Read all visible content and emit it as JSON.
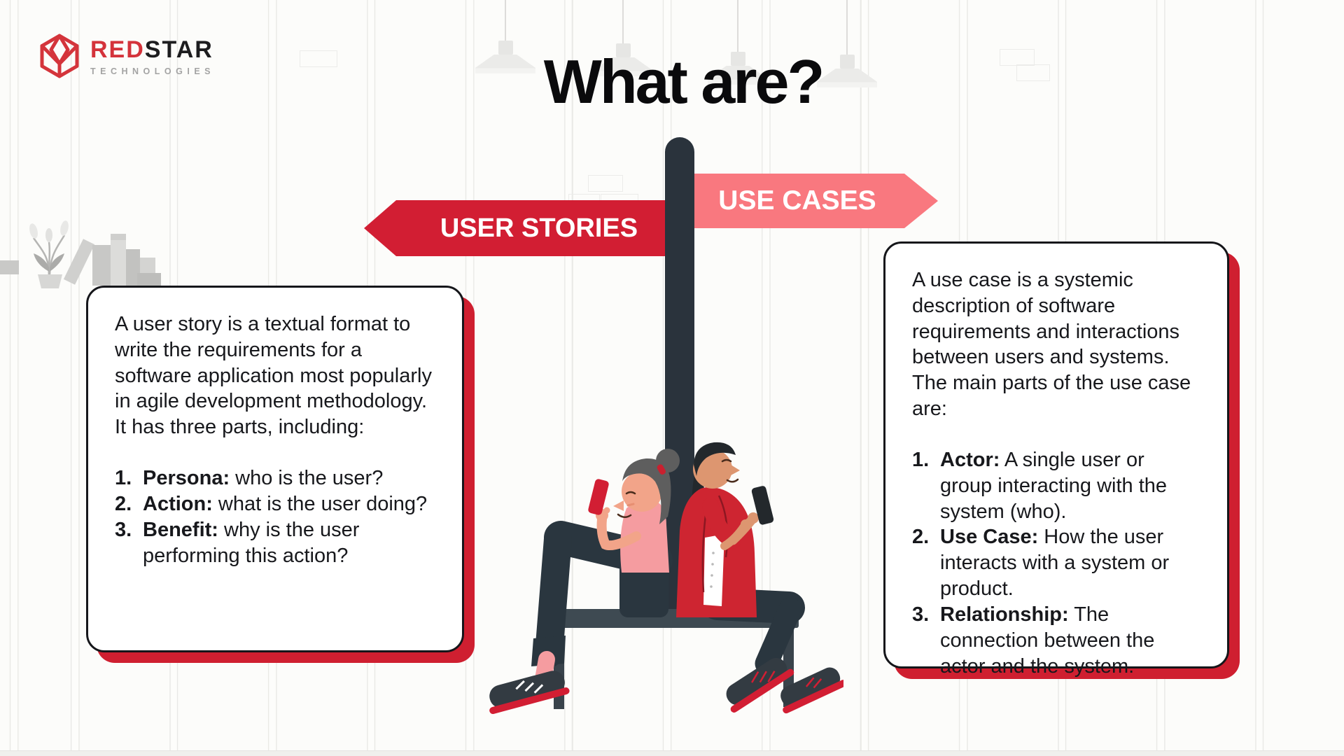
{
  "brand": {
    "word_red": "RED",
    "word_black": "STAR",
    "subtitle": "TECHNOLOGIES"
  },
  "title": "What are?",
  "signpost": {
    "left_label": "USER STORIES",
    "right_label": "USE CASES"
  },
  "left_card": {
    "intro": "A user story is a textual format to write the requirements for a software application most popularly in agile development methodology. It has three parts, including:",
    "items": [
      {
        "num": "1.",
        "term": "Persona:",
        "desc": " who is the user?"
      },
      {
        "num": "2.",
        "term": "Action:",
        "desc": " what is the user doing?"
      },
      {
        "num": "3.",
        "term": "Benefit:",
        "desc": " why is the user performing this action?"
      }
    ]
  },
  "right_card": {
    "intro": "A use case is a systemic description of software requirements and interactions between users and systems. The main parts of the use case are:",
    "items": [
      {
        "num": "1.",
        "term": "Actor:",
        "desc": " A single user or group interacting with the system (who)."
      },
      {
        "num": "2.",
        "term": "Use Case:",
        "desc": " How the user interacts with a system or product."
      },
      {
        "num": "3.",
        "term": "Relationship:",
        "desc": " The connection between the actor and the system."
      }
    ]
  },
  "colors": {
    "primary_red": "#d21e33",
    "jacket_red": "#ce2531",
    "light_red": "#f9787f",
    "post_dark": "#2a333c",
    "bench": "#3e4a52",
    "ink": "#17181c"
  }
}
